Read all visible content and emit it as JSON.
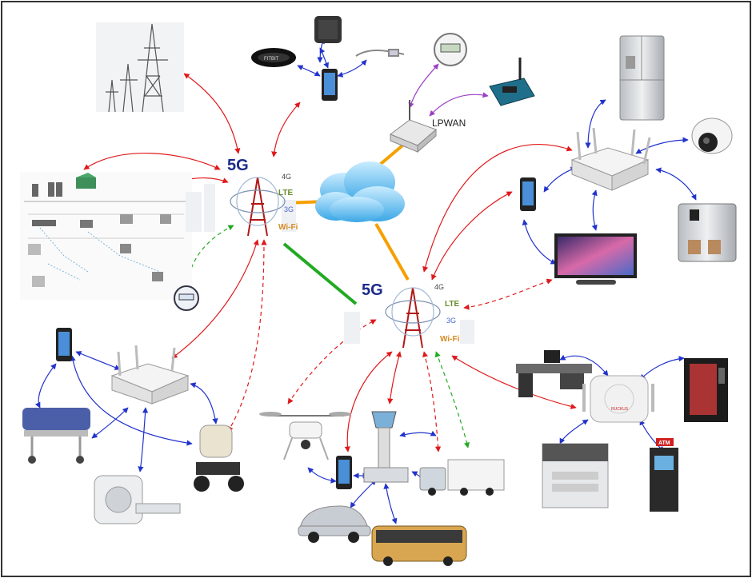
{
  "diagram": {
    "hub_left": {
      "label": "5G",
      "tech": [
        "4G",
        "LTE",
        "3G",
        "Wi-Fi"
      ]
    },
    "hub_right": {
      "label": "5G",
      "tech": [
        "4G",
        "LTE",
        "3G",
        "Wi-Fi"
      ]
    },
    "lpwan": {
      "label": "LPWAN"
    },
    "atm": {
      "label": "ATM"
    },
    "fitbit": {
      "label": "FITBIT"
    },
    "brand_ap": {
      "label": "RUCKUS"
    },
    "colors": {
      "red": "#e0191b",
      "blue": "#2233cc",
      "green": "#22aa22",
      "orange": "#f5a000",
      "purple": "#9b3fc4",
      "border": "#333333"
    }
  }
}
